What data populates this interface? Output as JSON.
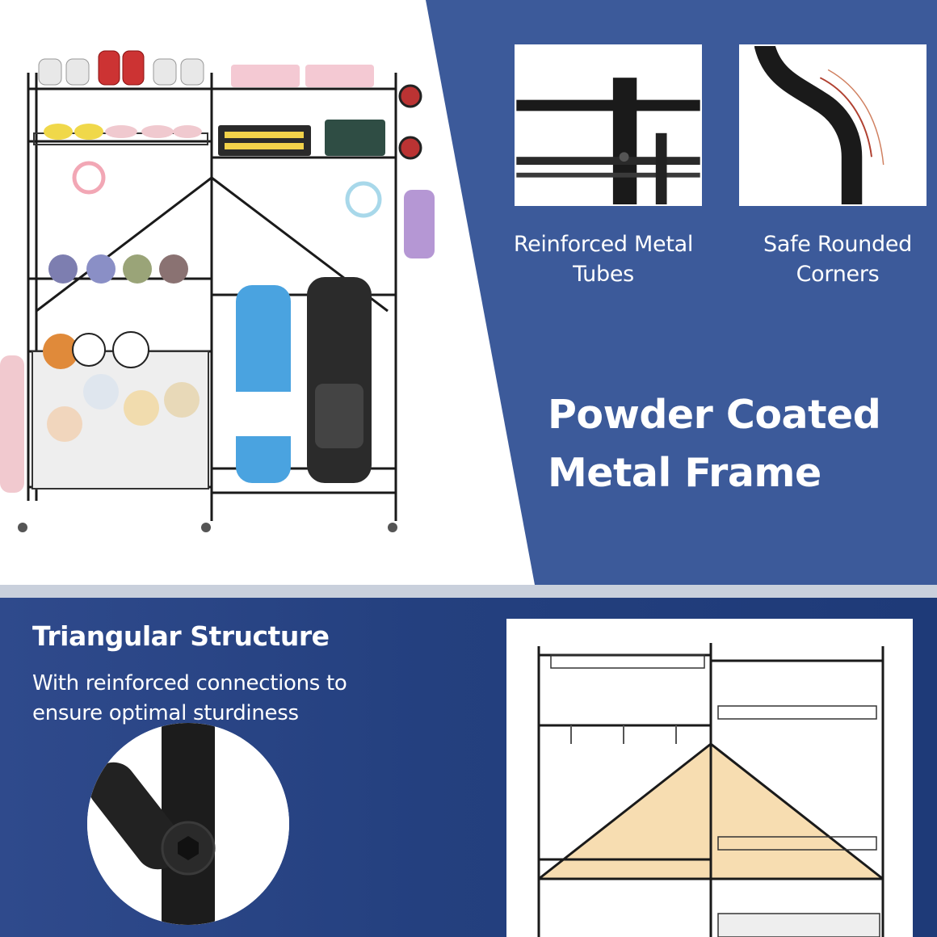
{
  "colors": {
    "blue_panel": "#3c5a9a",
    "bottom_blue": "#24407f",
    "divider": "#c9d0dc",
    "triangle_fill": "#f6d9a8",
    "frame_black": "#1a1a1a"
  },
  "features": [
    {
      "caption_line1": "Reinforced Metal",
      "caption_line2": "Tubes",
      "icon": "metal-tube-closeup"
    },
    {
      "caption_line1": "Safe Rounded",
      "caption_line2": "Corners",
      "icon": "rounded-corner-closeup"
    }
  ],
  "headline": {
    "line1": "Powder Coated",
    "line2": "Metal Frame"
  },
  "triangular": {
    "title": "Triangular Structure",
    "subtitle_line1": "With reinforced connections to",
    "subtitle_line2": "ensure optimal sturdiness"
  }
}
